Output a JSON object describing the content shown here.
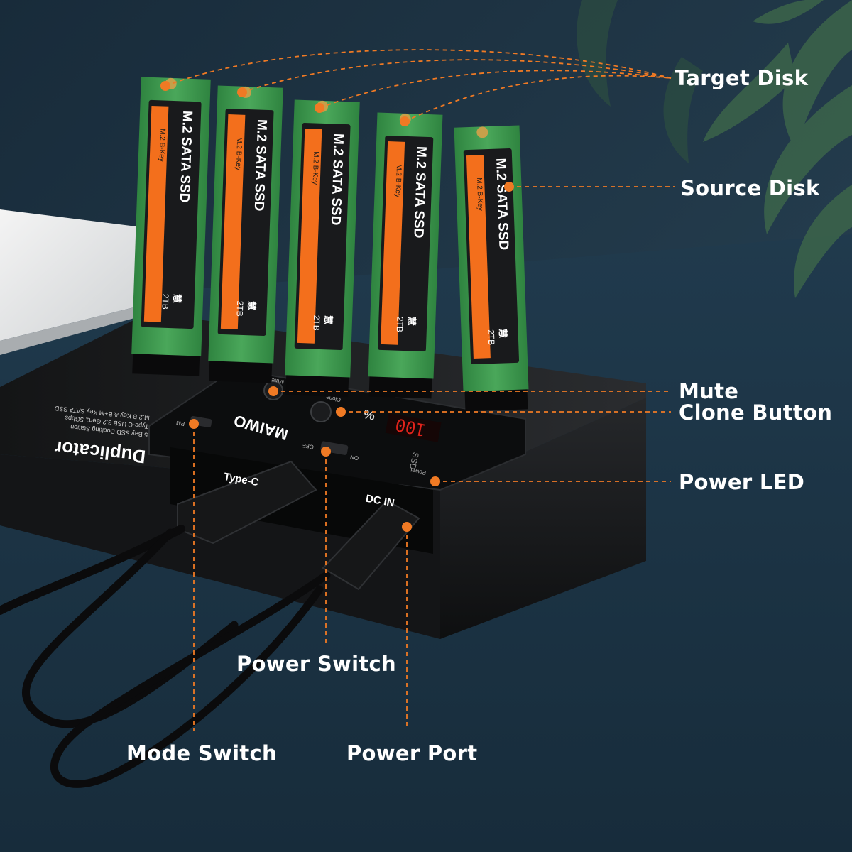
{
  "callouts": {
    "target_disk": "Target Disk",
    "source_disk": "Source Disk",
    "mute": "Mute",
    "clone_button": "Clone Button",
    "power_led": "Power LED",
    "power_switch": "Power Switch",
    "mode_switch": "Mode Switch",
    "power_port": "Power Port"
  },
  "device": {
    "brand": "MAIWO",
    "side_title": "Duplicator",
    "side_subtitle_1": "5 Bay SSD Docking Station",
    "side_subtitle_2": "Type-C USB 3.2 Gen1 5Gbps",
    "side_subtitle_3": "M.2 B Key & B+M Key SATA SSD",
    "display_value": "100",
    "display_unit": "%",
    "panel_mute": "Mute",
    "panel_clone": "Clone",
    "panel_off": "OFF",
    "panel_on": "ON",
    "panel_ssd": "SSD",
    "panel_power": "Power",
    "panel_pm": "PM",
    "port_typec": "Type-C",
    "port_dcin": "DC IN"
  },
  "ssd": {
    "name": "M.2 SATA SSD",
    "key": "M.2 B-Key",
    "logo": "慧",
    "capacity": "2TB"
  },
  "colors": {
    "accent": "#f07a24",
    "ssd_orange": "#f36f1c",
    "pcb_green": "#3f9a4c",
    "device_black": "#1a1b1d",
    "led_red": "#e0231b"
  }
}
